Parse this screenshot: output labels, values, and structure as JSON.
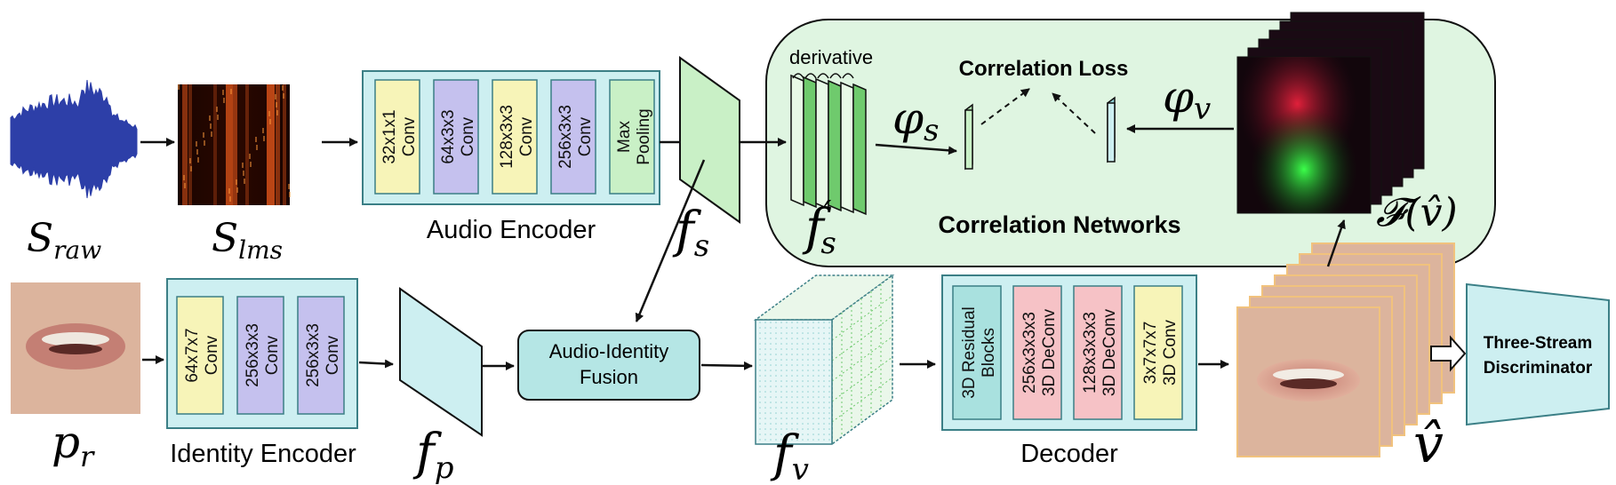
{
  "colors": {
    "encoder_bg": "#cdeff1",
    "encoder_border": "#3b7f86",
    "conv_yellow": "#f7f4b8",
    "conv_purple": "#c5c1ee",
    "conv_green": "#c9f0c6",
    "conv_red": "#f6c2c6",
    "residual_teal": "#a9e1df",
    "fusion_bg": "#b5e6e5",
    "correlation_bg": "#dff5e1",
    "feature_green": "#6fca6d",
    "arrow": "#111111"
  },
  "labels": {
    "s_raw": "S",
    "s_raw_sub": "raw",
    "s_lms": "S",
    "s_lms_sub": "lms",
    "f_s": "f",
    "f_s_sub": "s",
    "f_s_prime": "f",
    "f_s_prime_sup": "′",
    "f_s_prime_sub": "s",
    "f_p": "f",
    "f_p_sub": "p",
    "f_v": "f",
    "f_v_sub": "v",
    "p_r": "p",
    "p_r_sub": "r",
    "phi_s": "φ",
    "phi_s_sub": "s",
    "phi_v": "φ",
    "phi_v_sub": "v",
    "F_v_hat": "𝓕(v̂)",
    "v_hat": "v̂",
    "derivative": "derivative",
    "correlation_loss": "Correlation Loss",
    "correlation_networks": "Correlation Networks"
  },
  "audio_encoder": {
    "title": "Audio Encoder",
    "blocks": [
      {
        "line1": "32x1x1",
        "line2": "Conv",
        "color": "yellow"
      },
      {
        "line1": "64x3x3",
        "line2": "Conv",
        "color": "purple"
      },
      {
        "line1": "128x3x3",
        "line2": "Conv",
        "color": "yellow"
      },
      {
        "line1": "256x3x3",
        "line2": "Conv",
        "color": "purple"
      },
      {
        "line1": "Max",
        "line2": "Pooling",
        "color": "green"
      }
    ]
  },
  "identity_encoder": {
    "title": "Identity Encoder",
    "blocks": [
      {
        "line1": "64x7x7",
        "line2": "Conv",
        "color": "yellow"
      },
      {
        "line1": "256x3x3",
        "line2": "Conv",
        "color": "purple"
      },
      {
        "line1": "256x3x3",
        "line2": "Conv",
        "color": "purple"
      }
    ]
  },
  "decoder": {
    "title": "Decoder",
    "blocks": [
      {
        "line1": "3D Residual",
        "line2": "Blocks",
        "color": "teal"
      },
      {
        "line1": "256x3x3x3",
        "line2": "3D DeConv",
        "color": "red"
      },
      {
        "line1": "128x3x3x3",
        "line2": "3D DeConv",
        "color": "red"
      },
      {
        "line1": "3x7x7x7",
        "line2": "3D Conv",
        "color": "yellow"
      }
    ]
  },
  "fusion": {
    "line1": "Audio-Identity",
    "line2": "Fusion"
  },
  "discriminator": {
    "line1": "Three-Stream",
    "line2": "Discriminator"
  }
}
